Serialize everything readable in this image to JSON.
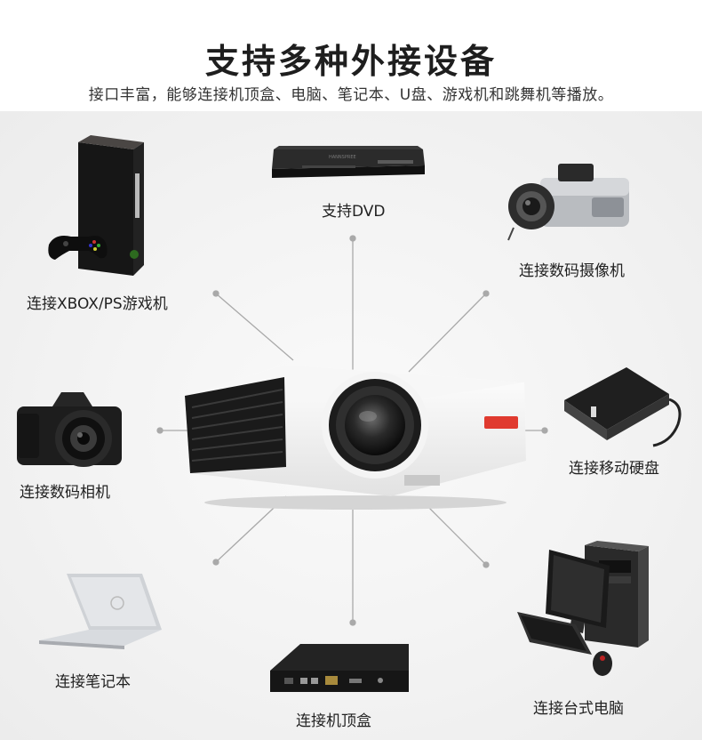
{
  "header": {
    "title": "支持多种外接设备",
    "subtitle": "接口丰富，能够连接机顶盒、电脑、笔记本、U盘、游戏机和跳舞机等播放。"
  },
  "devices": {
    "xbox": "连接XBOX/PS游戏机",
    "dvd": "支持DVD",
    "camcorder": "连接数码摄像机",
    "camera": "连接数码相机",
    "hdd": "连接移动硬盘",
    "laptop": "连接笔记本",
    "settop": "连接机顶盒",
    "desktop": "连接台式电脑"
  },
  "product": {
    "dvd_brand": "HANNSPREE"
  },
  "colors": {
    "accent_red": "#e03a2f",
    "line_gray": "#a9a9a9",
    "background": "#f2f2f2"
  }
}
